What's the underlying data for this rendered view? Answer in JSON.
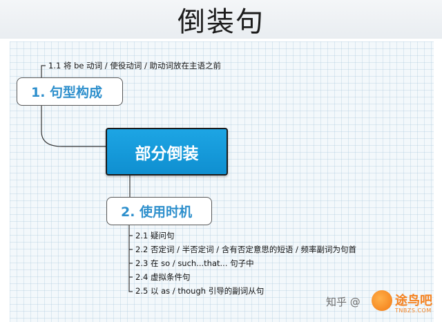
{
  "title": "倒装句",
  "central": {
    "label": "部分倒装"
  },
  "branch1": {
    "label": "1. 句型构成",
    "notes": [
      "1.1 将 be 动词 / 使役动词 / 助动词放在主语之前"
    ]
  },
  "branch2": {
    "label": "2. 使用时机",
    "notes": [
      "2.1  疑问句",
      "2.2  否定词 / 半否定词 / 含有否定意思的短语 / 频率副词为句首",
      "2.3 在 so / such...that... 句子中",
      "2.4  虚拟条件句",
      "2.5 以 as / though 引导的副词从句"
    ]
  },
  "watermark": {
    "text": "知乎 @",
    "logo_text": "途鸟吧",
    "logo_url": "TNBZS.COM"
  },
  "colors": {
    "central_fill": "#1da5e4",
    "branch_text": "#2d8fcc"
  }
}
